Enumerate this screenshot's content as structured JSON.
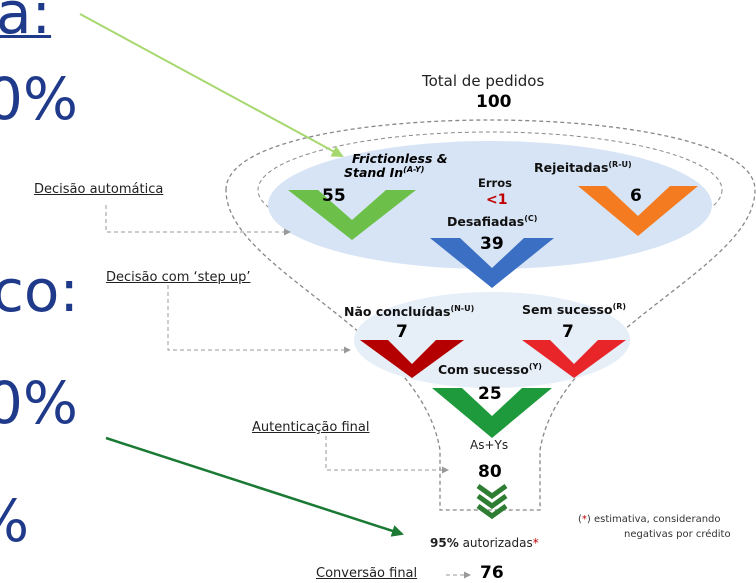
{
  "left_text": {
    "line1": "a:",
    "line2": "0%",
    "line3": "co:",
    "line4": "0%",
    "line5": "%"
  },
  "funnel": {
    "total_label": "Total de pedidos",
    "total_value": "100",
    "frictionless_label": "Frictionless &",
    "stand_in_label": "Stand In",
    "frictionless_sup": "(A-Y)",
    "frictionless_value": "55",
    "erros_label": "Erros",
    "erros_value": "<1",
    "rejeitadas_label": "Rejeitadas",
    "rejeitadas_sup": "(R-U)",
    "rejeitadas_value": "6",
    "desafiadas_label": "Desafiadas",
    "desafiadas_sup": "(C)",
    "desafiadas_value": "39",
    "nao_concluidas_label": "Não concluídas",
    "nao_concluidas_sup": "(N-U)",
    "nao_concluidas_value": "7",
    "sem_sucesso_label": "Sem sucesso",
    "sem_sucesso_sup": "(R)",
    "sem_sucesso_value": "7",
    "com_sucesso_label": "Com sucesso",
    "com_sucesso_sup": "(Y)",
    "com_sucesso_value": "25",
    "as_ys_label": "As+Ys",
    "final_value": "80",
    "autorizadas_pct": "95%",
    "autorizadas_text": "autorizadas",
    "autorizadas_star": "*",
    "conversao_label": "Conversão final",
    "conversao_value": "76"
  },
  "side_labels": {
    "decisao_automatica": "Decisão automática",
    "decisao_step_up": "Decisão com ‘step up’",
    "autenticacao_final": "Autenticação final"
  },
  "note": {
    "line1_star": "*",
    "line1": ") estimativa, considerando",
    "line2": "negativas por crédito"
  },
  "colors": {
    "green": "#6cc04a",
    "orange": "#f47b20",
    "blue": "#3b6fc4",
    "darkred": "#b40000",
    "red": "#e8262a",
    "darkgreen": "#1e9a3c",
    "ellipse": "#d6e4f5",
    "title_blue": "#1f3a8a"
  }
}
